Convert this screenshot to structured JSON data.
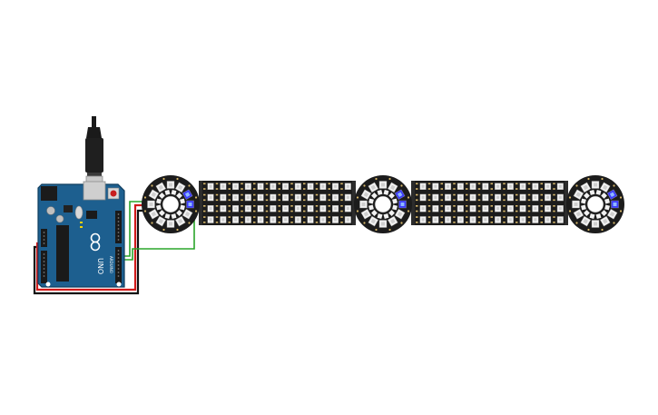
{
  "circuit": {
    "board": {
      "logo_text": "UNO",
      "brand_text": "ARDUINO",
      "color": "#1d5f8f"
    },
    "rings": {
      "count": 3,
      "pixels_per_ring": 12,
      "lit_color": "#3b3bff"
    },
    "strips": {
      "count": 2,
      "columns": 12,
      "rows": 4
    },
    "wires": {
      "power_color": "#d11a1a",
      "ground_color": "#111111",
      "data_color": "#2aa52a"
    }
  }
}
